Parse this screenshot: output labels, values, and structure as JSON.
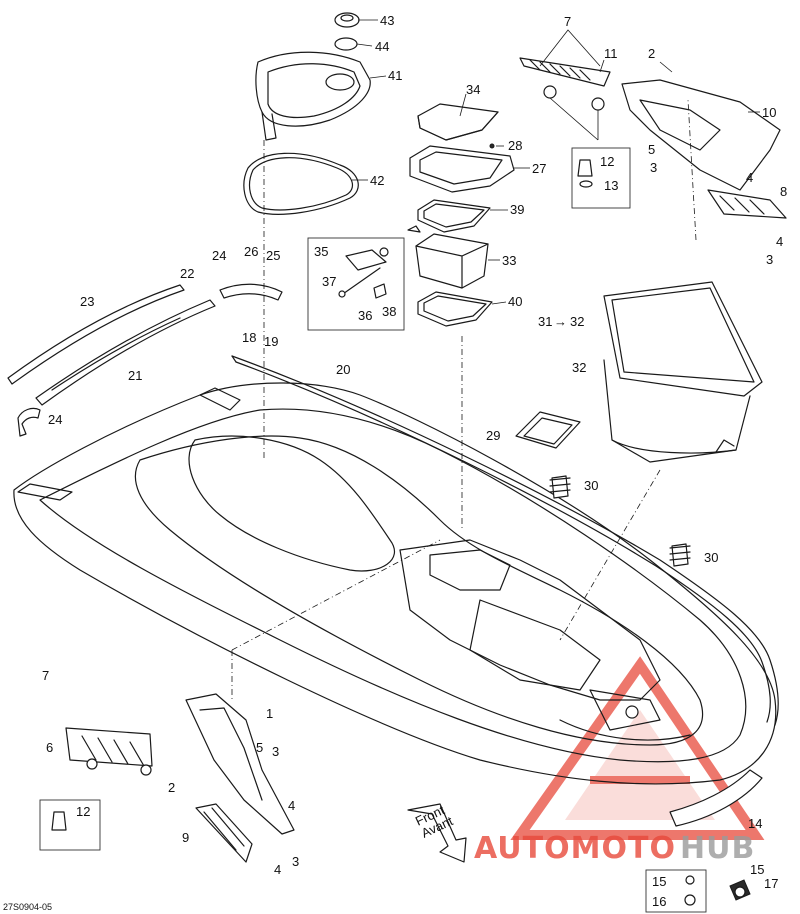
{
  "figure": {
    "code": "27S0904-05",
    "front_label": [
      "Front",
      "Avant"
    ]
  },
  "watermark": {
    "text_left": "AUTOMOTO",
    "text_right": "HUB",
    "color_primary": "#e84a3c",
    "color_secondary": "#9a9a9a"
  },
  "callouts": [
    "43",
    "44",
    "41",
    "42",
    "34",
    "28",
    "27",
    "39",
    "33",
    "40",
    "35",
    "37",
    "36",
    "38",
    "26",
    "25",
    "24",
    "22",
    "23",
    "21",
    "18",
    "19",
    "20",
    "24",
    "7",
    "11",
    "2",
    "10",
    "5",
    "3",
    "4",
    "12",
    "13",
    "8",
    "4",
    "3",
    "31",
    "32",
    "32",
    "29",
    "30",
    "30",
    "1",
    "7",
    "6",
    "5",
    "3",
    "2",
    "4",
    "12",
    "9",
    "4",
    "3",
    "14",
    "15",
    "16",
    "15",
    "17"
  ],
  "arrow_label": "→"
}
